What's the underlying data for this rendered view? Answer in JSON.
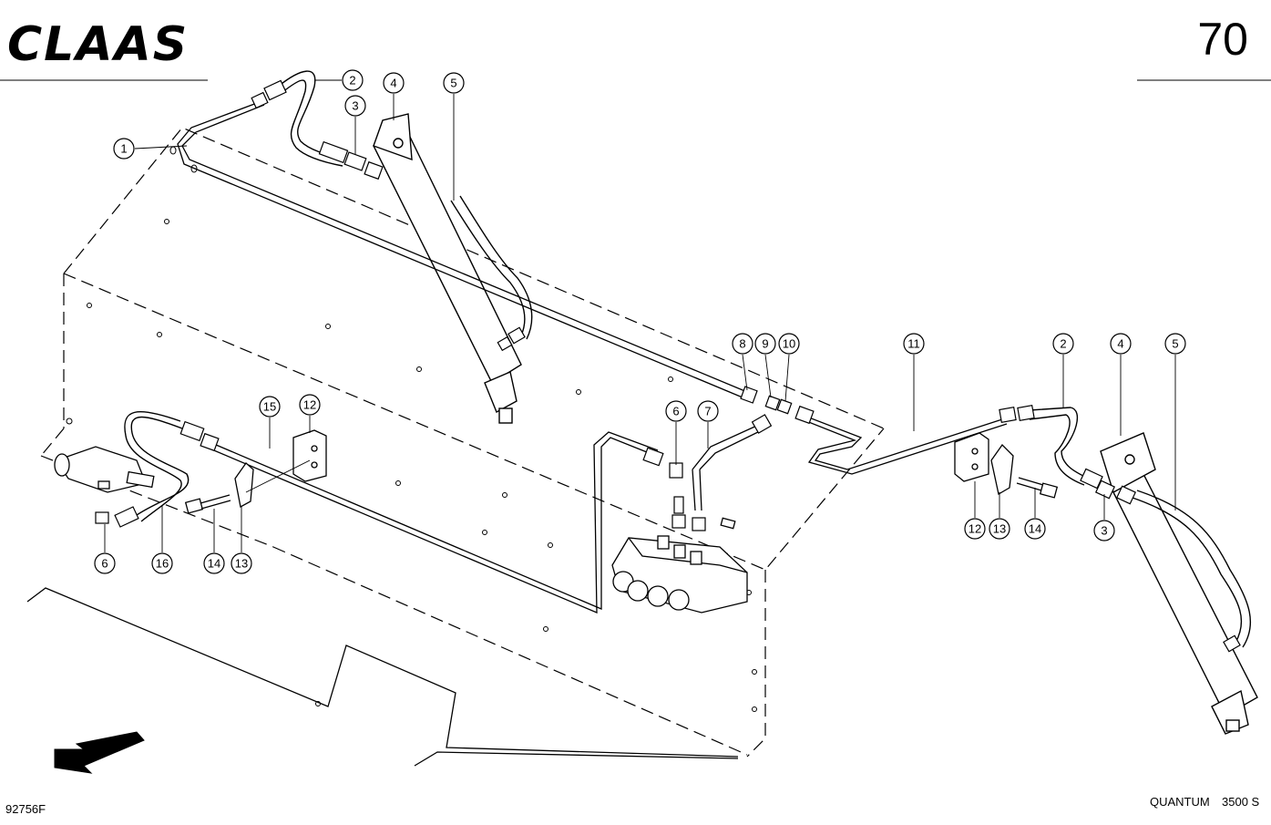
{
  "header": {
    "brand": "CLAAS",
    "page_number": "70"
  },
  "footer": {
    "drawing_id": "92756F",
    "model": "QUANTUM",
    "model_variant": "3500 S"
  },
  "callouts": {
    "c1": "1",
    "c2a": "2",
    "c3a": "3",
    "c4a": "4",
    "c5a": "5",
    "c8": "8",
    "c9": "9",
    "c10": "10",
    "c11": "11",
    "c2b": "2",
    "c4b": "4",
    "c5b": "5",
    "c6a": "6",
    "c7": "7",
    "c15": "15",
    "c12a": "12",
    "c6b": "6",
    "c16": "16",
    "c14a": "14",
    "c13a": "13",
    "c12b": "12",
    "c13b": "13",
    "c14b": "14",
    "c3b": "3"
  },
  "icons": {
    "direction_arrow": "arrow-left-down-icon"
  }
}
